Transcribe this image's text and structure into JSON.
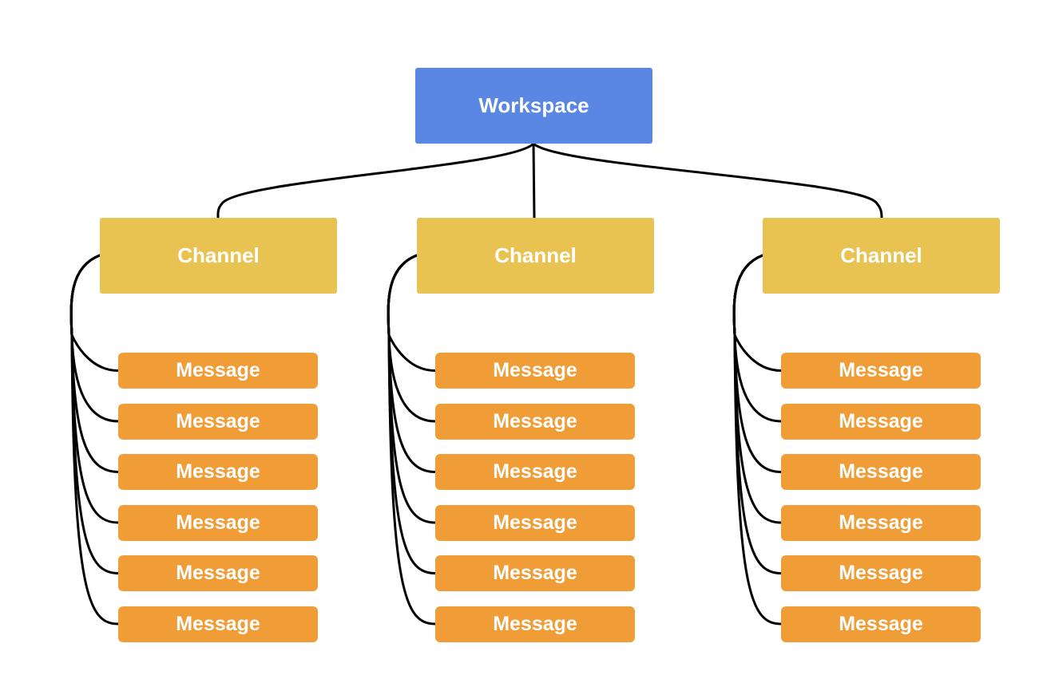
{
  "colors": {
    "workspace": "#5a87e3",
    "channel": "#e8c352",
    "message": "#f09d38",
    "connector": "#000000"
  },
  "workspace": {
    "label": "Workspace"
  },
  "channels": [
    {
      "label": "Channel",
      "messages": [
        "Message",
        "Message",
        "Message",
        "Message",
        "Message",
        "Message"
      ]
    },
    {
      "label": "Channel",
      "messages": [
        "Message",
        "Message",
        "Message",
        "Message",
        "Message",
        "Message"
      ]
    },
    {
      "label": "Channel",
      "messages": [
        "Message",
        "Message",
        "Message",
        "Message",
        "Message",
        "Message"
      ]
    }
  ]
}
